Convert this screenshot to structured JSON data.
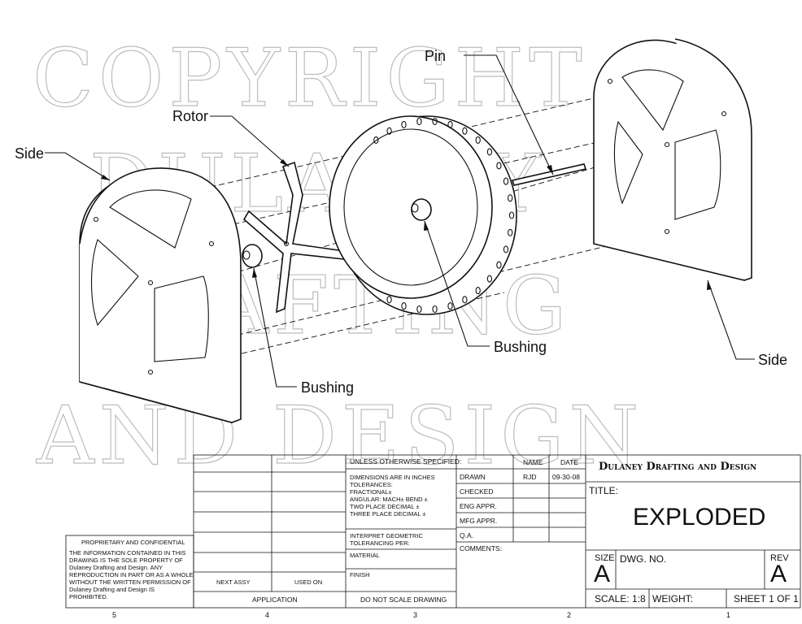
{
  "watermark": [
    "COPYRIGHT",
    "DULANEY",
    "DRAFTING",
    "AND DESIGN"
  ],
  "callouts": {
    "pin": "Pin",
    "rotor": "Rotor",
    "side_left": "Side",
    "bushing_left": "Bushing",
    "bushing_center": "Bushing",
    "side_right": "Side"
  },
  "title_block": {
    "proprietary_title": "PROPRIETARY AND CONFIDENTIAL",
    "proprietary_text": [
      "THE INFORMATION CONTAINED IN THIS",
      "DRAWING IS THE SOLE PROPERTY OF",
      "Dulaney Drafting and Design.  ANY",
      "REPRODUCTION IN PART OR AS A WHOLE",
      "WITHOUT THE WRITTEN PERMISSION OF",
      "Dulaney Drafting and Design IS",
      "PROHIBITED."
    ],
    "next_assy": "NEXT ASSY",
    "used_on": "USED ON",
    "application": "APPLICATION",
    "unless": "UNLESS OTHERWISE SPECIFIED:",
    "dims": [
      "DIMENSIONS ARE IN INCHES",
      "TOLERANCES:",
      "FRACTIONAL±",
      "ANGULAR: MACH±    BEND ±",
      "TWO PLACE DECIMAL    ±",
      "THREE PLACE DECIMAL  ±"
    ],
    "interpret": [
      "INTERPRET GEOMETRIC",
      "TOLERANCING PER:"
    ],
    "material": "MATERIAL",
    "finish": "FINISH",
    "do_not_scale": "DO NOT SCALE DRAWING",
    "name_header": "NAME",
    "date_header": "DATE",
    "rows": [
      "DRAWN",
      "CHECKED",
      "ENG APPR.",
      "MFG APPR.",
      "Q.A.",
      "COMMENTS:"
    ],
    "drawn_name": "RJD",
    "drawn_date": "09-30-08",
    "company": "Dulaney Drafting and Design",
    "title_label": "TITLE:",
    "title": "EXPLODED",
    "size_label": "SIZE",
    "size": "A",
    "dwg_no_label": "DWG.  NO.",
    "rev_label": "REV",
    "rev": "A",
    "scale": "SCALE: 1:8",
    "weight": "WEIGHT:",
    "sheet": "SHEET 1 OF 1"
  },
  "zones": [
    "5",
    "4",
    "3",
    "2",
    "1"
  ]
}
